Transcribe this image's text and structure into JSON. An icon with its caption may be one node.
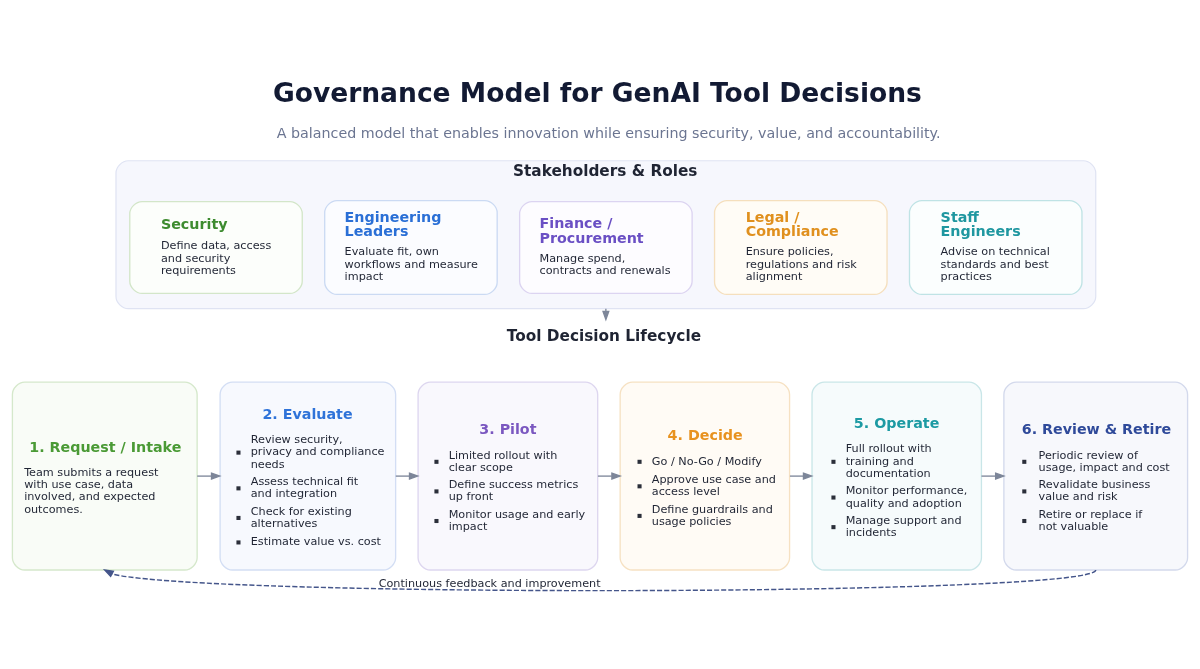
{
  "diagram": {
    "title": "Governance Model for GenAI Tool Decisions",
    "nodes": [
      {
        "text": [
          "Stakeholders & Roles"
        ]
      },
      {
        "text": [
          "Security",
          "Define data, access and security requirements"
        ],
        "in": 0
      },
      {
        "text": [
          "Engineering Leaders",
          "Evaluate fit, own workflows and measure impact"
        ],
        "in": 0
      },
      {
        "text": [
          "Finance / Procurement",
          "Manage spend, contracts and renewals"
        ],
        "in": 0
      },
      {
        "text": [
          "Legal / Compliance",
          "Ensure policies, regulations and risk alignment"
        ],
        "in": 0
      },
      {
        "text": [
          "Staff Engineers",
          "Advise on technical standards and best practices"
        ],
        "in": 0
      },
      {
        "text": [
          "Tool Decision Lifecycle"
        ]
      },
      {
        "text": [
          "1. Request / Intake",
          "Team submits a request with use case, data involved, and expected outcomes."
        ]
      },
      {
        "text": [
          "2. Evaluate",
          "Review security, privacy and compliance needs",
          "Assess technical fit and integration",
          "Check for existing alternatives",
          "Estimate value vs. cost"
        ]
      },
      {
        "text": [
          "3. Pilot",
          "Limited rollout with clear scope",
          "Define success metrics up front",
          "Monitor usage and early impact"
        ]
      },
      {
        "text": [
          "4. Decide",
          "Go / No-Go / Modify",
          "Approve use case and access level",
          "Define guardrails and usage policies"
        ]
      },
      {
        "text": [
          "5. Operate",
          "Full rollout with training and documentation",
          "Monitor performance, quality and adoption",
          "Manage support and incidents"
        ]
      },
      {
        "text": [
          "6. Review & Retire",
          "Periodic review of usage, impact and cost",
          "Revalidate business value and risk",
          "Retire or replace if not valuable"
        ]
      }
    ],
    "edges": [
      {
        "from": 0,
        "to": 6,
        "arrow": "to"
      },
      {
        "from": 7,
        "to": 8,
        "arrow": "to"
      },
      {
        "from": 8,
        "to": 9,
        "arrow": "to"
      },
      {
        "from": 9,
        "to": 10,
        "arrow": "to"
      },
      {
        "from": 10,
        "to": 11,
        "arrow": "to"
      },
      {
        "from": 11,
        "to": 12,
        "arrow": "to"
      },
      {
        "from": 12,
        "to": 7,
        "arrow": "to",
        "label": "Continuous feedback and improvement",
        "style": "dashed",
        "color": "#44558a"
      }
    ],
    "labels": [
      "A balanced model that enables innovation while ensuring security, value, and accountability."
    ]
  }
}
